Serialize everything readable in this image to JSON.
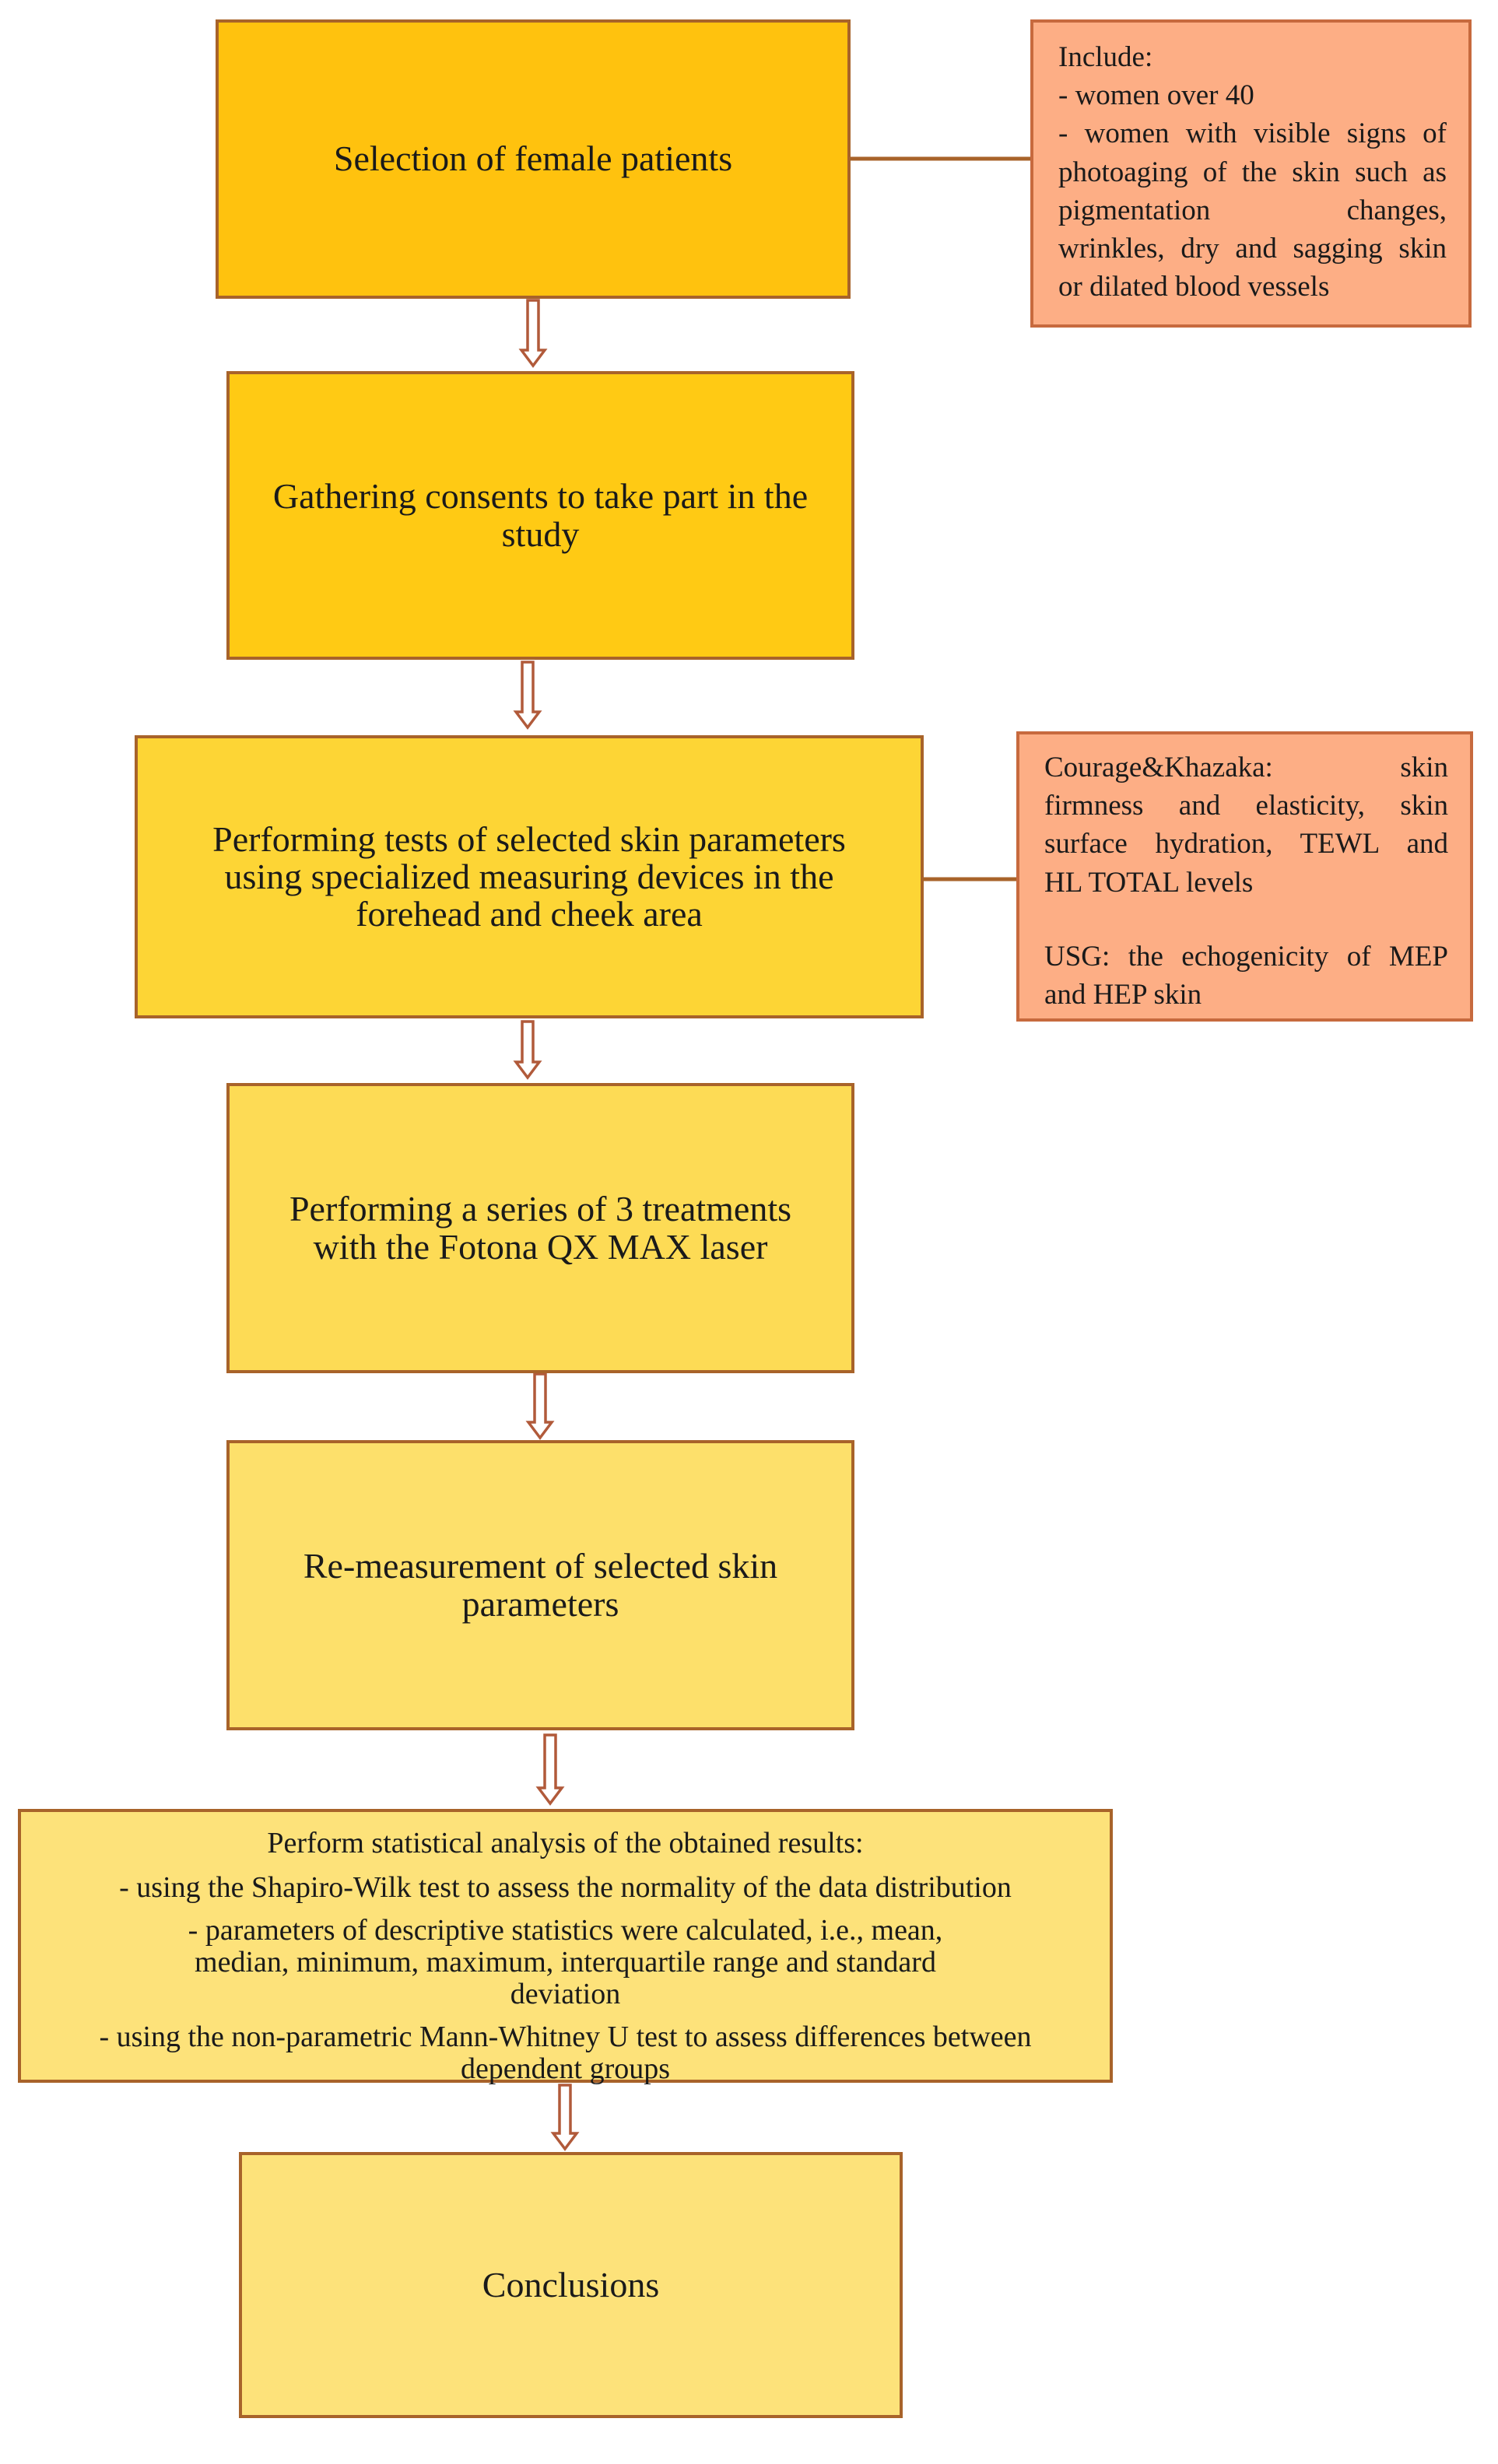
{
  "flowchart": {
    "steps": [
      {
        "label": "Selection of female patients",
        "fill": "#ffc20e"
      },
      {
        "label": "Gathering consents to take part in the study",
        "fill": "#ffca14"
      },
      {
        "label": "Performing tests of selected skin parameters using specialized measuring devices in the forehead and cheek area",
        "fill": "#fdd535"
      },
      {
        "label": "Performing a series of 3 treatments with the Fotona QX MAX laser",
        "fill": "#fddb55"
      },
      {
        "label": "Re-measurement of selected skin parameters",
        "fill": "#fde06b"
      },
      {
        "label": "Conclusions",
        "fill": "#fde27a"
      }
    ],
    "include_note": {
      "heading": "Include:",
      "lines": [
        "- women over 40",
        "- women with visible signs of",
        "photoaging of the skin such as",
        "pigmentation changes,",
        "wrinkles, dry and sagging skin",
        "or dilated blood vessels"
      ]
    },
    "measurement_note": {
      "lines": [
        "Courage&Khazaka: skin",
        "firmness and elasticity, skin",
        "surface hydration, TEWL and",
        "HL TOTAL levels",
        "",
        "USG: the echogenicity of MEP",
        "and HEP skin"
      ]
    },
    "statistics": {
      "heading": "Perform statistical analysis of the obtained results:",
      "items": [
        "- using the Shapiro-Wilk test to assess the normality of the data distribution",
        "- parameters of descriptive statistics were calculated, i.e., mean, median, minimum, maximum, interquartile range and standard deviation",
        "- using the non-parametric Mann-Whitney U test to assess differences between dependent groups"
      ]
    },
    "colors": {
      "border": "#a8632a",
      "arrow": "#b15a3a",
      "note_fill": "#fdae85",
      "stats_fill": "#fde27a"
    }
  }
}
